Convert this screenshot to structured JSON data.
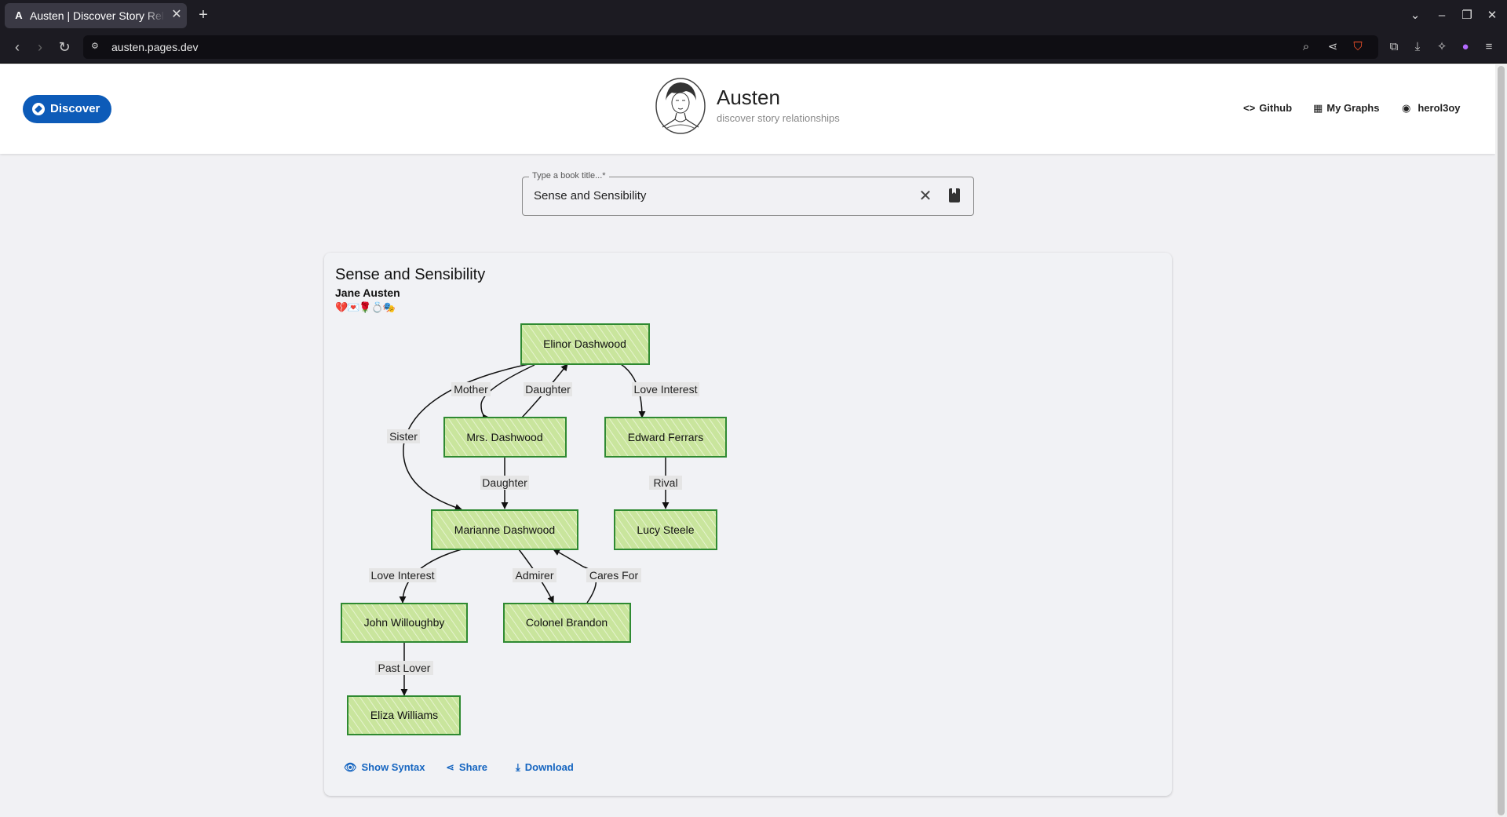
{
  "browser": {
    "tab_title": "Austen | Discover Story Relationships",
    "tab_favicon": "A",
    "url": "austen.pages.dev"
  },
  "header": {
    "discover_label": "Discover",
    "brand_title": "Austen",
    "brand_subtitle": "discover story relationships",
    "nav": {
      "github": "Github",
      "my_graphs": "My Graphs",
      "user": "herol3oy"
    }
  },
  "search": {
    "label": "Type a book title...*",
    "value": "Sense and Sensibility"
  },
  "card": {
    "title": "Sense and Sensibility",
    "author": "Jane Austen",
    "emojis": "💔💌🌹💍🎭",
    "nodes": {
      "elinor": "Elinor Dashwood",
      "mrs_dashwood": "Mrs. Dashwood",
      "edward": "Edward Ferrars",
      "marianne": "Marianne Dashwood",
      "lucy": "Lucy Steele",
      "willoughby": "John Willoughby",
      "brandon": "Colonel Brandon",
      "eliza": "Eliza Williams"
    },
    "edges": {
      "mother": "Mother",
      "daughter_1": "Daughter",
      "love_interest_1": "Love Interest",
      "sister": "Sister",
      "daughter_2": "Daughter",
      "rival": "Rival",
      "love_interest_2": "Love Interest",
      "admirer": "Admirer",
      "cares_for": "Cares For",
      "past_lover": "Past Lover"
    },
    "actions": {
      "show_syntax": "Show Syntax",
      "share": "Share",
      "download": "Download"
    }
  }
}
